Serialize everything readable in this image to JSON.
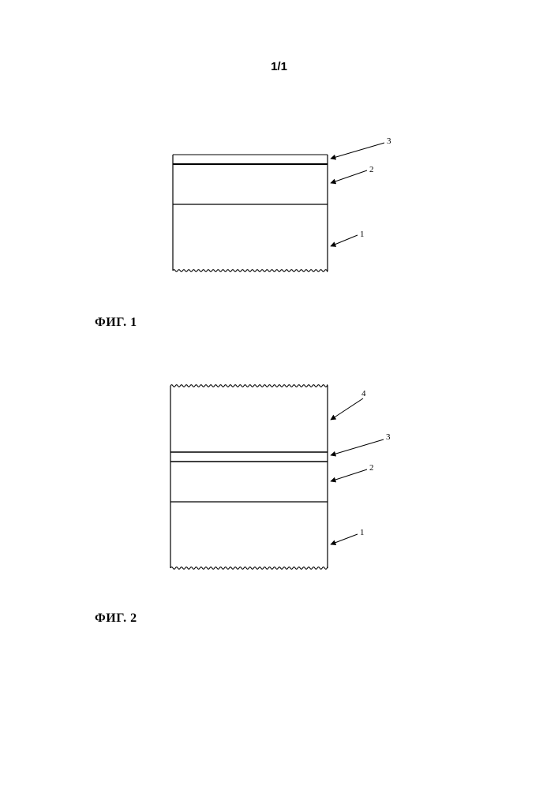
{
  "page": {
    "number": "1/1"
  },
  "figures": [
    {
      "caption": "ФИГ. 1",
      "layers": [
        {
          "label": "3"
        },
        {
          "label": "2"
        },
        {
          "label": "1"
        }
      ]
    },
    {
      "caption": "ФИГ. 2",
      "layers": [
        {
          "label": "4"
        },
        {
          "label": "3"
        },
        {
          "label": "2"
        },
        {
          "label": "1"
        }
      ]
    }
  ]
}
